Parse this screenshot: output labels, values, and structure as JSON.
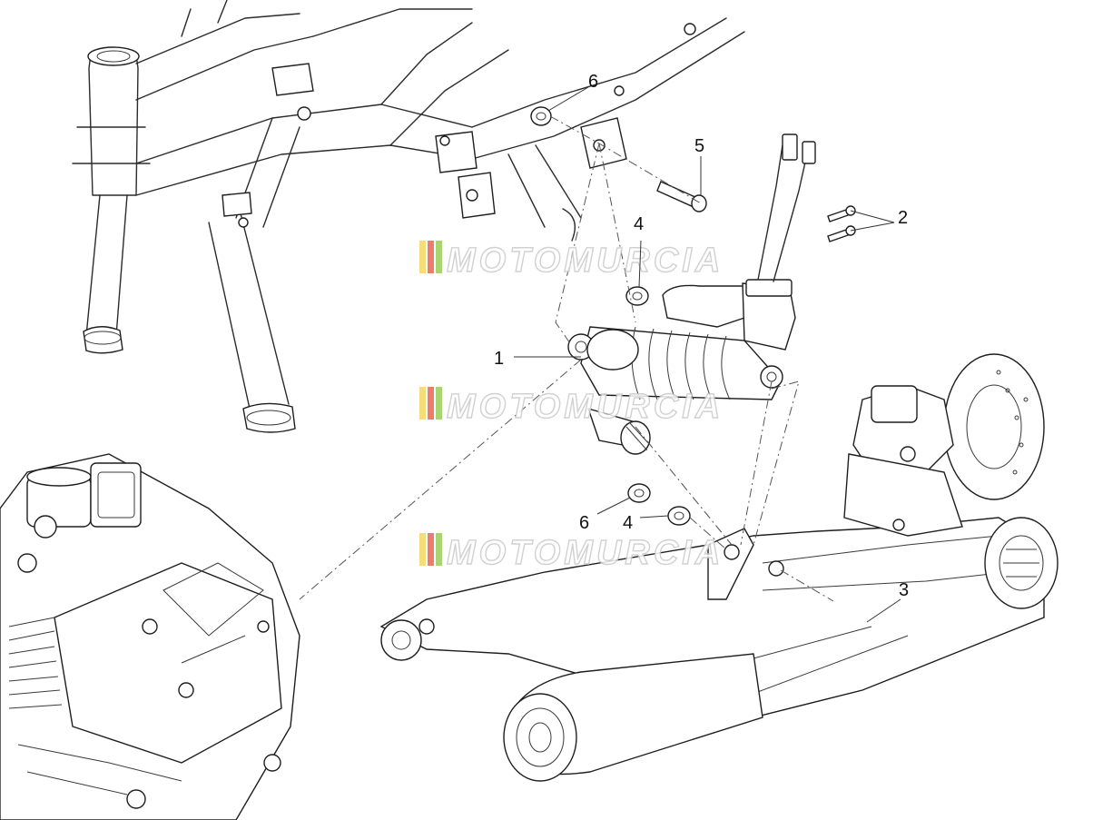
{
  "callouts": [
    {
      "id": "c1",
      "label": "1"
    },
    {
      "id": "c2",
      "label": "2"
    },
    {
      "id": "c3",
      "label": "3"
    },
    {
      "id": "c4a",
      "label": "4"
    },
    {
      "id": "c4b",
      "label": "4"
    },
    {
      "id": "c5",
      "label": "5"
    },
    {
      "id": "c6a",
      "label": "6"
    },
    {
      "id": "c6b",
      "label": "6"
    }
  ],
  "watermark": {
    "text": "MOTOMURCIA",
    "stripe_colors": [
      "#f2d24a",
      "#e8503c",
      "#8ec63f"
    ]
  },
  "colors": {
    "line": "#2b2b2b",
    "background": "#ffffff"
  }
}
